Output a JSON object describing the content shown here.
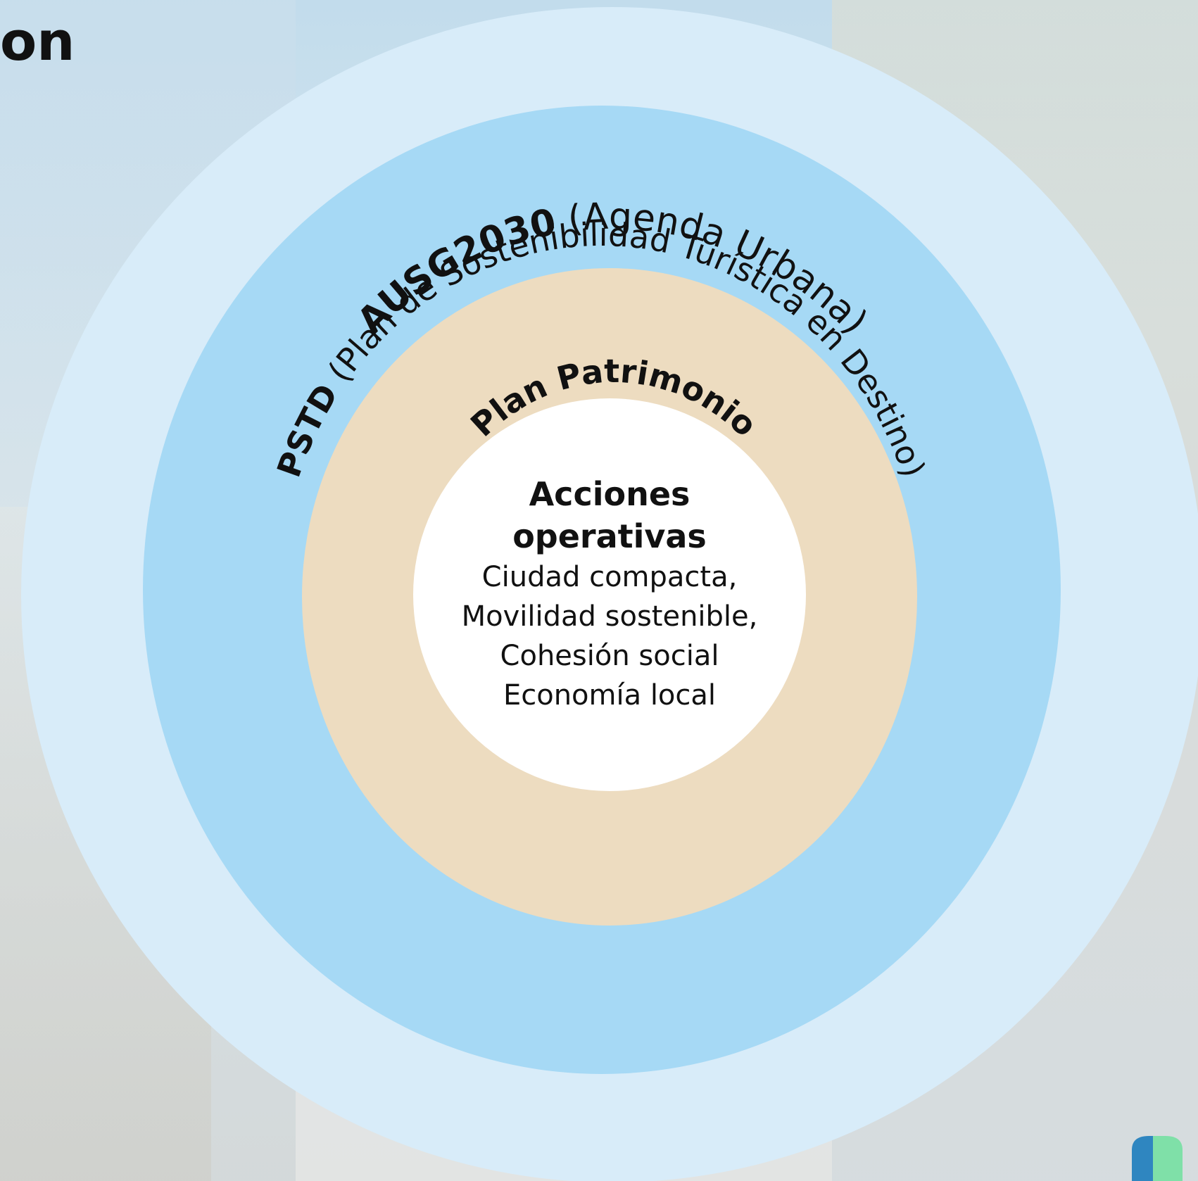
{
  "heading_fragment": "on",
  "rings": {
    "outer": {
      "bold": "AUSG2030",
      "normal": " (Agenda Urbana)",
      "color": "#d8ecf9"
    },
    "second": {
      "bold": "PSTD",
      "normal": " (Plan de Sostenibilidad Turística en Destino)",
      "color": "#a6d9f5"
    },
    "third": {
      "bold": "Plan Patrimonio",
      "color": "#eddcc0"
    },
    "center": {
      "color": "#ffffff"
    }
  },
  "center": {
    "title_line1": "Acciones",
    "title_line2": "operativas",
    "items": [
      "Ciudad compacta,",
      "Movilidad sostenible,",
      "Cohesión social",
      "Economía local"
    ]
  },
  "logo_colors": [
    "#2f86c0",
    "#7fe0a8"
  ]
}
